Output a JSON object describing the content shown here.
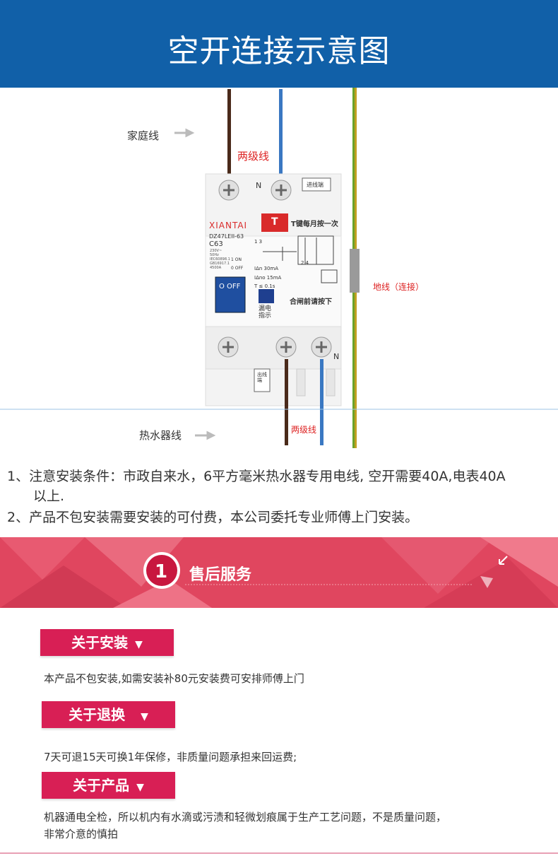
{
  "header": {
    "title": "空开连接示意图"
  },
  "diagram": {
    "label_household": "家庭线",
    "label_two_wire_top": "两级线",
    "label_ground": "地线（连接）",
    "label_water_heater": "热水器线",
    "label_two_wire_bottom": "两级线",
    "breaker": {
      "brand": "XIANTAI",
      "model": "DZ47LEII-63",
      "rating": "C63",
      "spec_lines": [
        "230V~",
        "50Hz",
        "IEC60898.1",
        "GB16917.1",
        "4500A"
      ],
      "switch_on": "1 ON",
      "switch_off": "0 OFF",
      "handle_text": "O OFF",
      "test_button": "T",
      "test_note": "T键每月按一次",
      "reset_note": "合闸前请按下",
      "leak_label": "漏电指示",
      "in_label": "进线端",
      "out_label": "出线端",
      "n_top": "N",
      "n_bottom": "N",
      "terminals": "1  3",
      "terminals_b": "2  4",
      "idn": "IΔn   30mA",
      "idno": "IΔno  15mA",
      "t": "T  ≤ 0.1s"
    }
  },
  "notes": {
    "line1": "1、注意安装条件：市政自来水，6平方毫米热水器专用电线, 空开需要40A,电表40A",
    "line1b": "以上.",
    "line2": "2、产品不包安装需要安装的可付费，本公司委托专业师傅上门安装。"
  },
  "banner": {
    "number": "1",
    "title": "售后服务"
  },
  "sections": [
    {
      "tag": "关于安装",
      "text": "本产品不包安装,如需安装补80元安装费可安排师傅上门"
    },
    {
      "tag": "关于退换",
      "text": "7天可退15天可换1年保修，非质量问题承担来回运费;"
    },
    {
      "tag": "关于产品",
      "text": "机器通电全检，所以机内有水滴或污渍和轻微划痕属于生产工艺问题，不是质量问题，",
      "text2": "非常介意的慎拍"
    }
  ],
  "colors": {
    "header_bg": "#1160a8",
    "accent": "#d81f55",
    "wire_brown": "#4a2a1a",
    "wire_blue": "#3a78c2",
    "wire_ground": "#9a9a22"
  }
}
